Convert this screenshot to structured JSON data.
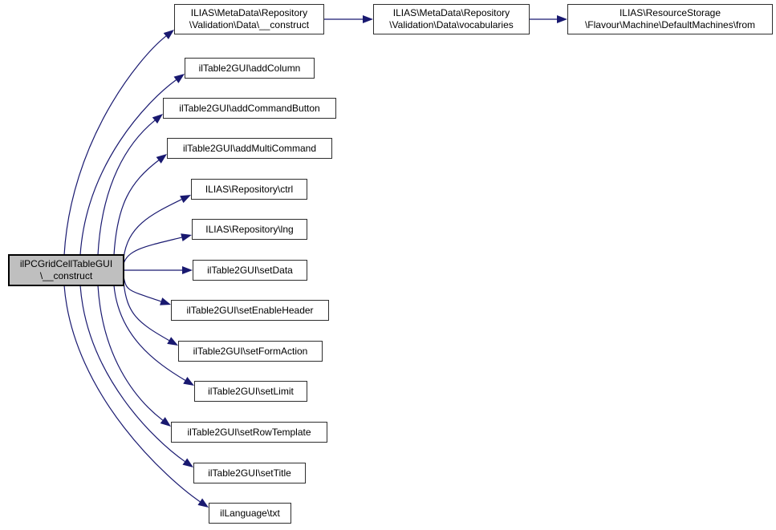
{
  "diagram": {
    "type": "call-graph",
    "description": "Doxygen-style call graph for ilPCGridCellTableGUI::__construct",
    "colors": {
      "background": "#ffffff",
      "edge": "#191970",
      "node_border": "#2e2e2e",
      "hub_border": "#000000",
      "hub_fill": "#bfbfbf",
      "node_fill": "#ffffff",
      "text": "#000000"
    },
    "nodes": [
      {
        "id": "hub",
        "label": "ilPCGridCellTableGUI\n\\__construct",
        "highlighted": true
      },
      {
        "id": "md_construct",
        "label": "ILIAS\\MetaData\\Repository\n\\Validation\\Data\\__construct"
      },
      {
        "id": "add_column",
        "label": "ilTable2GUI\\addColumn"
      },
      {
        "id": "add_command_button",
        "label": "ilTable2GUI\\addCommandButton"
      },
      {
        "id": "add_multi_command",
        "label": "ilTable2GUI\\addMultiCommand"
      },
      {
        "id": "ctrl",
        "label": "ILIAS\\Repository\\ctrl"
      },
      {
        "id": "lng",
        "label": "ILIAS\\Repository\\lng"
      },
      {
        "id": "set_data",
        "label": "ilTable2GUI\\setData"
      },
      {
        "id": "set_enable_header",
        "label": "ilTable2GUI\\setEnableHeader"
      },
      {
        "id": "set_form_action",
        "label": "ilTable2GUI\\setFormAction"
      },
      {
        "id": "set_limit",
        "label": "ilTable2GUI\\setLimit"
      },
      {
        "id": "set_row_template",
        "label": "ilTable2GUI\\setRowTemplate"
      },
      {
        "id": "set_title",
        "label": "ilTable2GUI\\setTitle"
      },
      {
        "id": "txt",
        "label": "ilLanguage\\txt"
      },
      {
        "id": "vocabularies",
        "label": "ILIAS\\MetaData\\Repository\n\\Validation\\Data\\vocabularies"
      },
      {
        "id": "from",
        "label": "ILIAS\\ResourceStorage\n\\Flavour\\Machine\\DefaultMachines\\from"
      }
    ],
    "edges": [
      [
        "hub",
        "md_construct"
      ],
      [
        "hub",
        "add_column"
      ],
      [
        "hub",
        "add_command_button"
      ],
      [
        "hub",
        "add_multi_command"
      ],
      [
        "hub",
        "ctrl"
      ],
      [
        "hub",
        "lng"
      ],
      [
        "hub",
        "set_data"
      ],
      [
        "hub",
        "set_enable_header"
      ],
      [
        "hub",
        "set_form_action"
      ],
      [
        "hub",
        "set_limit"
      ],
      [
        "hub",
        "set_row_template"
      ],
      [
        "hub",
        "set_title"
      ],
      [
        "hub",
        "txt"
      ],
      [
        "md_construct",
        "vocabularies"
      ],
      [
        "vocabularies",
        "from"
      ]
    ]
  }
}
